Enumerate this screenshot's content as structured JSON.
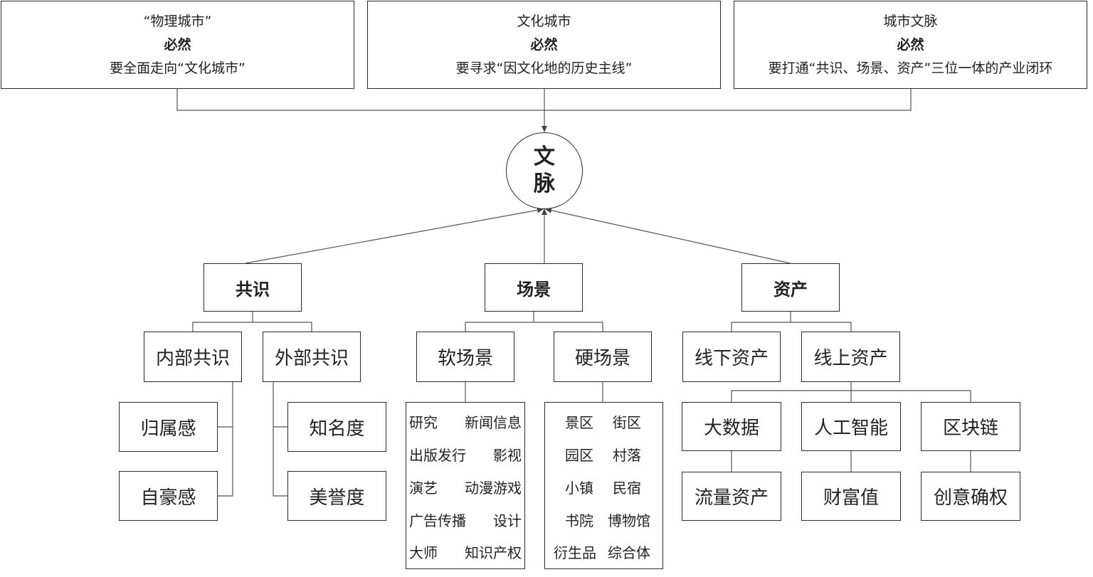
{
  "top": [
    {
      "line1": "“物理城市”",
      "line2": "必然",
      "line3": "要全面走向“文化城市”"
    },
    {
      "line1": "文化城市",
      "line2": "必然",
      "line3": "要寻求“因文化地的历史主线”"
    },
    {
      "line1": "城市文脉",
      "line2": "必然",
      "line3": "要打通“共识、场景、资产”三位一体的产业闭环"
    }
  ],
  "center": {
    "char1": "文",
    "char2": "脉"
  },
  "pillars": {
    "consensus": "共识",
    "scene": "场景",
    "asset": "资产"
  },
  "consensus": {
    "internal": {
      "label": "内部共识",
      "items": [
        "归属感",
        "自豪感"
      ]
    },
    "external": {
      "label": "外部共识",
      "items": [
        "知名度",
        "美誉度"
      ]
    }
  },
  "scene": {
    "soft": {
      "label": "软场景",
      "rows": [
        [
          "研究",
          "新闻信息"
        ],
        [
          "出版发行",
          "影视"
        ],
        [
          "演艺",
          "动漫游戏"
        ],
        [
          "广告传播",
          "设计"
        ],
        [
          "大师",
          "知识产权"
        ]
      ]
    },
    "hard": {
      "label": "硬场景",
      "rows": [
        [
          "景区",
          "街区"
        ],
        [
          "园区",
          "村落"
        ],
        [
          "小镇",
          "民宿"
        ],
        [
          "书院",
          "博物馆"
        ],
        [
          "衍生品",
          "综合体"
        ]
      ]
    }
  },
  "asset": {
    "offline": "线下资产",
    "online": {
      "label": "线上资产",
      "children": [
        {
          "label": "大数据",
          "leaf": "流量资产"
        },
        {
          "label": "人工智能",
          "leaf": "财富值"
        },
        {
          "label": "区块链",
          "leaf": "创意确权"
        }
      ]
    }
  }
}
